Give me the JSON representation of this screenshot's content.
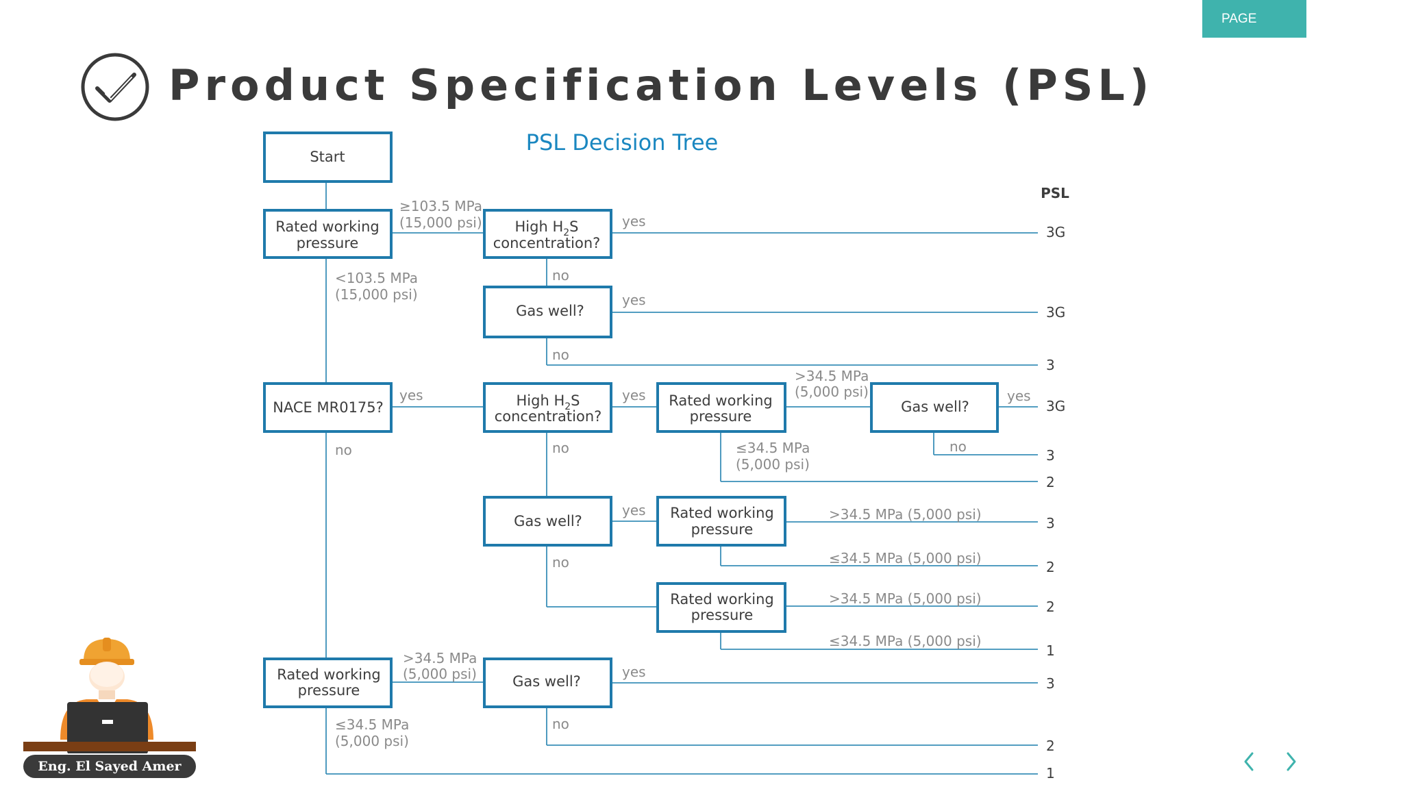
{
  "header": {
    "page_tab": "PAGE",
    "title": "Product Specification Levels (PSL)"
  },
  "diagram": {
    "heading": "PSL Decision Tree",
    "psl_header": "PSL",
    "nodes": {
      "start": "Start",
      "rwp_top_line1": "Rated working",
      "rwp_top_line2": "pressure",
      "h2s_top_line1": "High H",
      "h2s_top_sub": "2",
      "h2s_top_tail": "S",
      "h2s_top_line2": "concentration?",
      "gas_top": "Gas well?",
      "nace": "NACE MR0175?",
      "h2s_mid_line1": "High H",
      "h2s_mid_sub": "2",
      "h2s_mid_tail": "S",
      "h2s_mid_line2": "concentration?",
      "rwp_mid_line1": "Rated working",
      "rwp_mid_line2": "pressure",
      "gas_mid_right": "Gas well?",
      "gas_mid_left": "Gas well?",
      "rwp_lower1_line1": "Rated working",
      "rwp_lower1_line2": "pressure",
      "rwp_lower2_line1": "Rated working",
      "rwp_lower2_line2": "pressure",
      "rwp_bottom_line1": "Rated working",
      "rwp_bottom_line2": "pressure",
      "gas_bottom": "Gas well?"
    },
    "edge_labels": {
      "ge1035_line1": "≥103.5 MPa",
      "ge1035_line2": "(15,000 psi)",
      "lt1035_line1": "<103.5 MPa",
      "lt1035_line2": "(15,000 psi)",
      "yes": "yes",
      "no": "no",
      "gt345_line1": ">34.5 MPa",
      "gt345_line2": "(5,000 psi)",
      "le345_line1": "≤34.5 MPa",
      "le345_line2": "(5,000 psi)",
      "gt345_inline": ">34.5 MPa (5,000 psi)",
      "le345_inline": "≤34.5 MPa (5,000 psi)"
    },
    "psl_values": [
      "3G",
      "3G",
      "3",
      "3G",
      "3",
      "2",
      "3",
      "2",
      "2",
      "1",
      "3",
      "2",
      "1"
    ],
    "colors": {
      "box_border": "#1f7aab",
      "line": "#3a8fb8",
      "heading": "#1a87c0",
      "label": "#8a8a8a",
      "node_text": "#3d3d3d"
    }
  },
  "footer": {
    "author": "Eng. El Sayed Amer",
    "prev_icon": "chevron-left-icon",
    "next_icon": "chevron-right-icon",
    "accent": "#3fb3ad"
  }
}
